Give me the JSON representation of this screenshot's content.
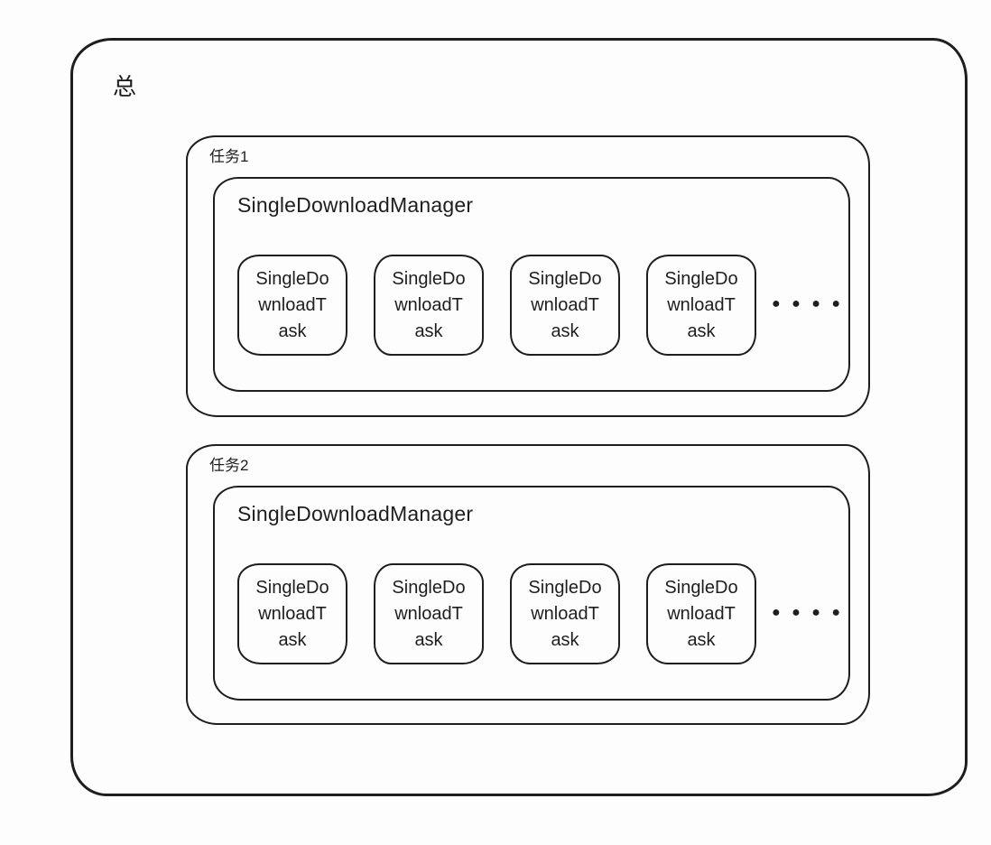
{
  "diagram": {
    "title": "总",
    "colors": {
      "stroke": "#1e1e1e",
      "background": "#fdfdfd"
    },
    "groups": [
      {
        "label": "任务1",
        "manager": "SingleDownloadManager",
        "tasks": [
          "SingleDownloadTask",
          "SingleDownloadTask",
          "SingleDownloadTask",
          "SingleDownloadTask"
        ],
        "ellipsis": "● ● ● ●"
      },
      {
        "label": "任务2",
        "manager": "SingleDownloadManager",
        "tasks": [
          "SingleDownloadTask",
          "SingleDownloadTask",
          "SingleDownloadTask",
          "SingleDownloadTask"
        ],
        "ellipsis": "● ● ● ●"
      }
    ]
  }
}
